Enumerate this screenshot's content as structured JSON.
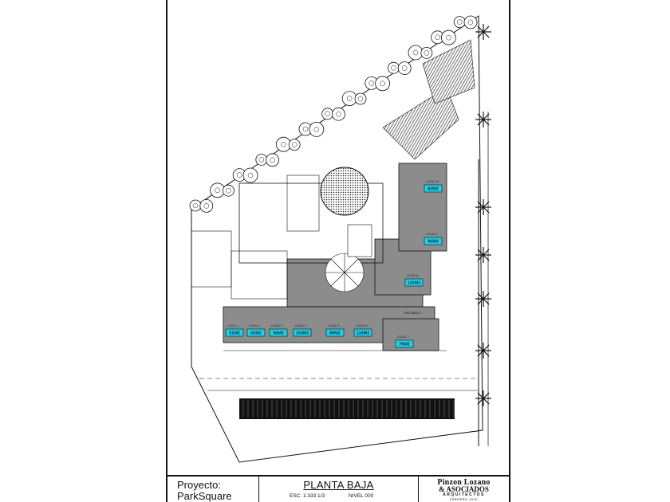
{
  "title_block": {
    "project_label": "Proyecto:",
    "project_name": "ParkSquare",
    "sheet_title": "PLANTA BAJA",
    "scale": "ESC. 1:333 1/3",
    "level": "NIVEL 000",
    "firm_line1": "Pinzon Lozano",
    "firm_line2": "& ASOCIADOS",
    "firm_line3": "ARQUITECTOS",
    "date": "FEBRERO 2020"
  },
  "plan": {
    "vestibule_label": "VESTIBULO",
    "units": [
      {
        "local": "LOCAL 10",
        "area": "83M2"
      },
      {
        "local": "LOCAL 9",
        "area": "96M2"
      },
      {
        "local": "LOCAL 8",
        "area": "115M2"
      },
      {
        "local": "LOCAL 1",
        "area": "51M2"
      },
      {
        "local": "LOCAL 2",
        "area": "62M2"
      },
      {
        "local": "LOCAL 3",
        "area": "58M2"
      },
      {
        "local": "LOCAL 4",
        "area": "155M2"
      },
      {
        "local": "LOCAL 5",
        "area": "89M2"
      },
      {
        "local": "LOCAL 6",
        "area": "119M2"
      },
      {
        "local": "LOCAL 7",
        "area": "79M2"
      }
    ]
  },
  "colors": {
    "unit_highlight": "#19d6e6",
    "building_fill": "#8c8c8c",
    "line": "#111111"
  }
}
